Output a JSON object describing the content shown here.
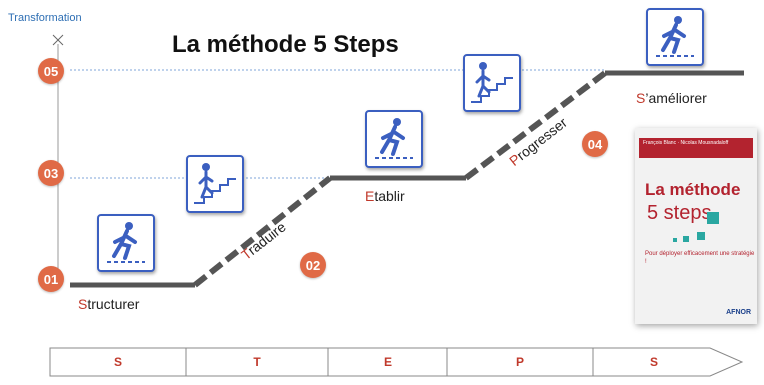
{
  "axis_label": "Transformation",
  "title": "La méthode 5 Steps",
  "levels": [
    "05",
    "03",
    "01"
  ],
  "steps": [
    {
      "num": "01",
      "initial": "S",
      "rest": "tructurer",
      "icon": "walking-person-icon"
    },
    {
      "num": "02",
      "initial": "T",
      "rest": "raduire",
      "icon": "stairs-climber-icon"
    },
    {
      "num": "03",
      "initial": "E",
      "rest": "tablir",
      "icon": "walking-person-icon"
    },
    {
      "num": "04",
      "initial": "P",
      "rest": "rogresser",
      "icon": "stairs-climber-icon"
    },
    {
      "num": "05",
      "initial": "S",
      "rest": "’améliorer",
      "icon": "walking-person-icon"
    }
  ],
  "badges": [
    "02",
    "04"
  ],
  "bottom_bar": [
    "S",
    "T",
    "E",
    "P",
    "S"
  ],
  "book": {
    "authors": "François Blanc · Nicolas Mousnadaloff",
    "title": "La méthode",
    "subtitle": "5 steps",
    "tagline": "Pour déployer efficacement une stratégie !",
    "publisher": "AFNOR"
  },
  "colors": {
    "accent": "#e06a46",
    "path": "#555555",
    "icon_border": "#3b5fc0",
    "guide": "#7fa6d8"
  }
}
